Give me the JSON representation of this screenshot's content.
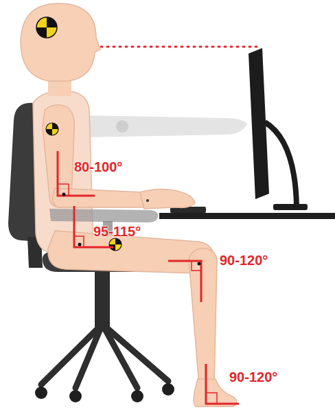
{
  "diagram": {
    "labels": [
      "80-100°",
      "95-115°",
      "90-120°",
      "90-120°"
    ]
  }
}
